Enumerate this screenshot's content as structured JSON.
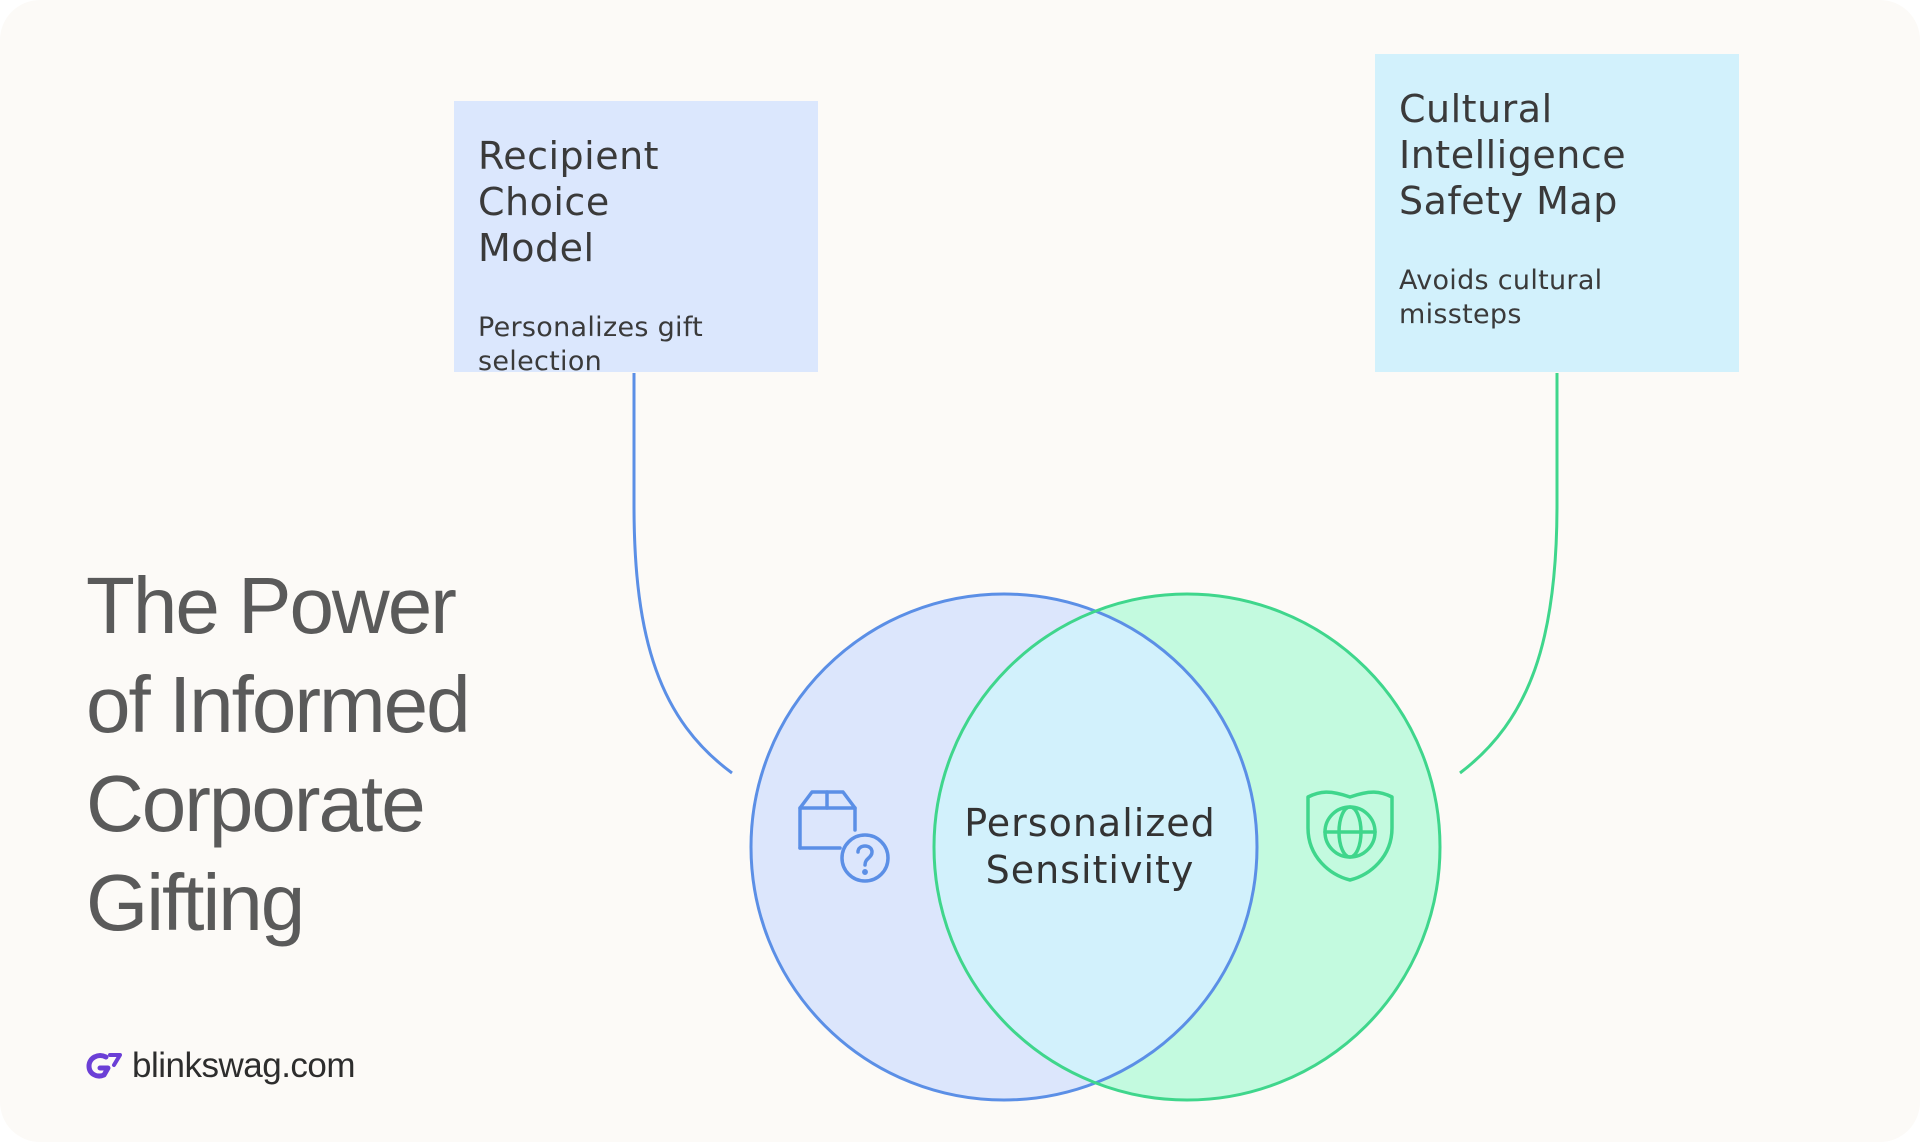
{
  "title": {
    "line1": "The Power",
    "line2": "of Informed",
    "line3": "Corporate",
    "line4": "Gifting"
  },
  "brand": {
    "text": "blinkswag.com",
    "icon": "blinkswag-logo-icon",
    "color": "#6b3fd6"
  },
  "cards": {
    "left": {
      "title_line1": "Recipient Choice",
      "title_line2": "Model",
      "desc_line1": "Personalizes gift",
      "desc_line2": "selection",
      "color": "#dbe7fd"
    },
    "right": {
      "title_line1": "Cultural",
      "title_line2": "Intelligence",
      "title_line3": "Safety Map",
      "desc_line1": "Avoids cultural",
      "desc_line2": "missteps",
      "color": "#d2f1fc"
    }
  },
  "venn": {
    "center_line1": "Personalized",
    "center_line2": "Sensitivity",
    "left_icon": "gift-box-question-icon",
    "right_icon": "shield-globe-icon",
    "left_stroke": "#5b8fe6",
    "right_stroke": "#3fd68c",
    "left_fill": "#dce6fc",
    "right_fill": "#c3fadf",
    "overlap_fill": "#d2f1fc"
  }
}
